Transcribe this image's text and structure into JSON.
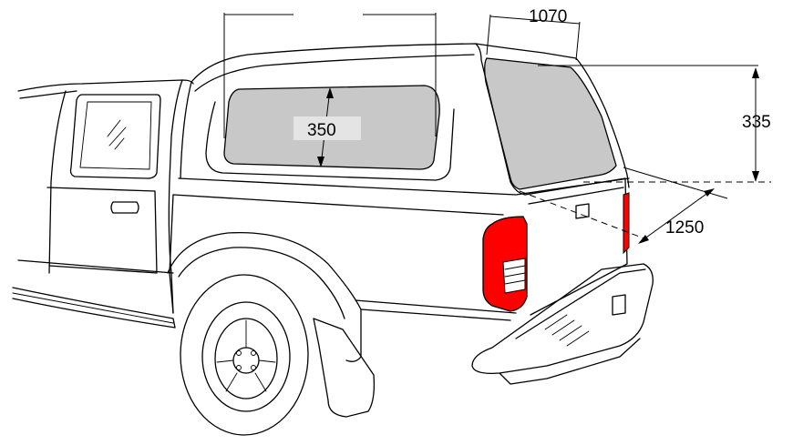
{
  "dimensions": {
    "window_height": "350",
    "top_length": "1070",
    "rear_height": "335",
    "rear_depth": "1250"
  },
  "colors": {
    "glass": "#c8c8c8",
    "taillight": "#ff0000",
    "lines": "#000000"
  }
}
